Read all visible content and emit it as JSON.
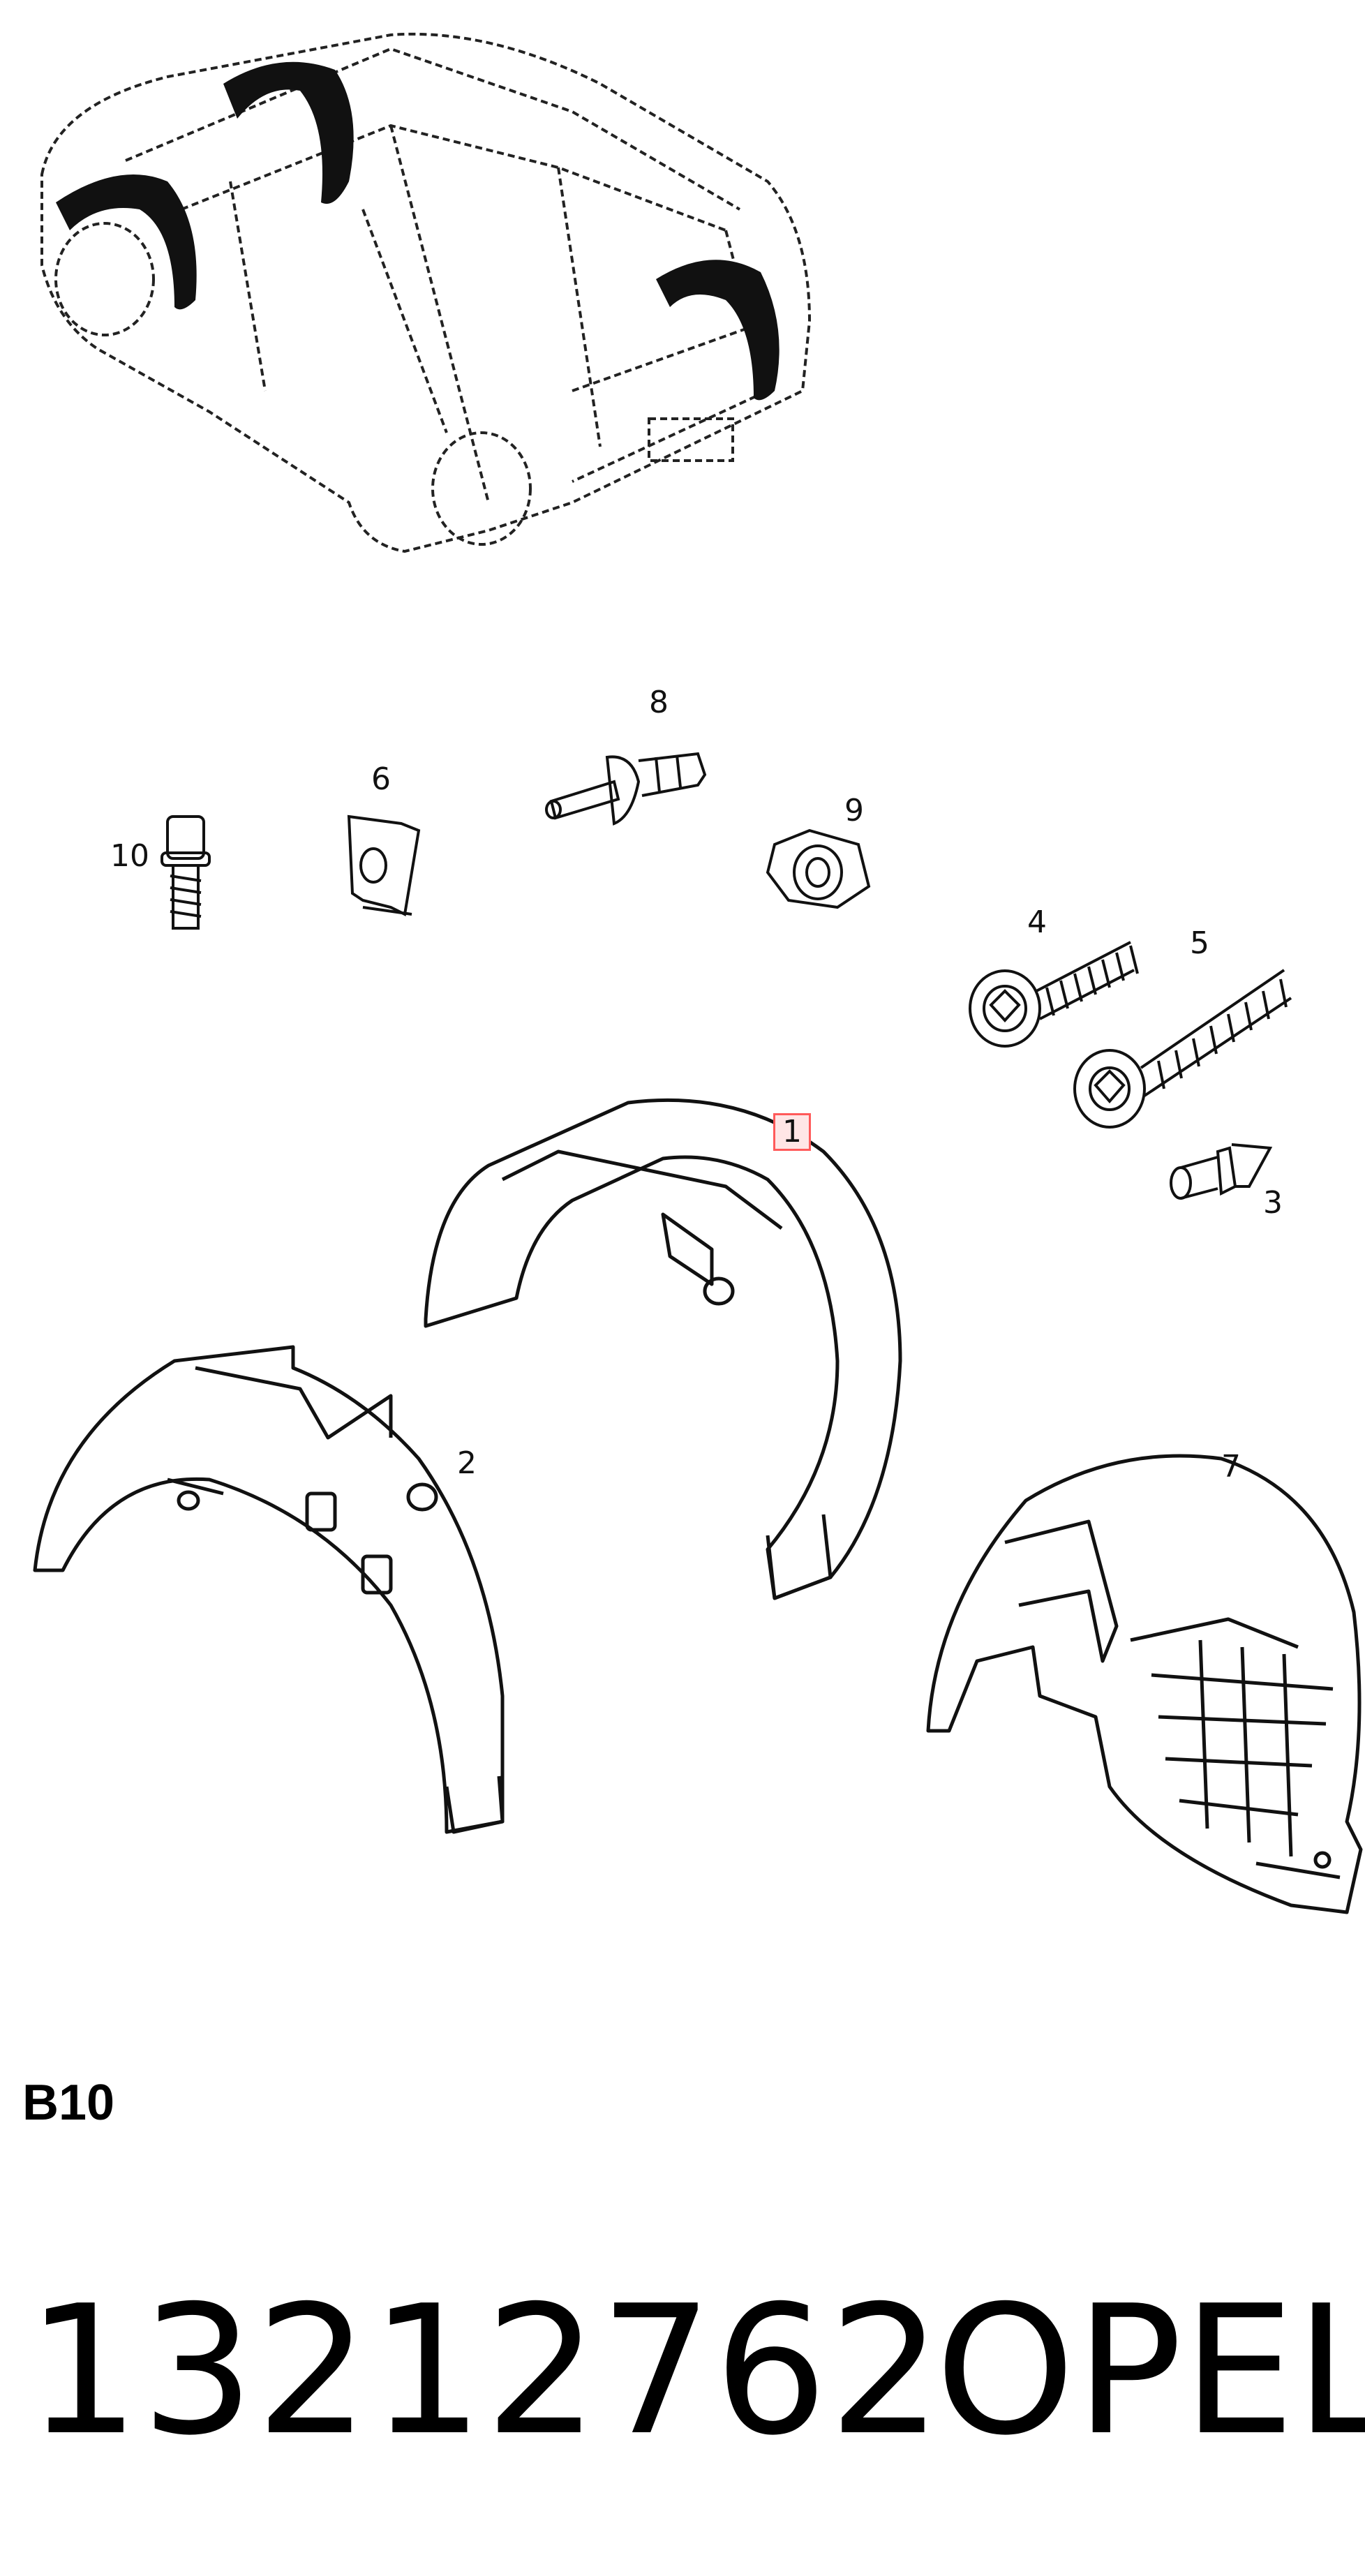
{
  "callouts": {
    "c1": "1",
    "c2": "2",
    "c3": "3",
    "c4": "4",
    "c5": "5",
    "c6": "6",
    "c7": "7",
    "c8": "8",
    "c9": "9",
    "c10": "10"
  },
  "highlighted_callout": "1",
  "section_code": "B10",
  "part_number": "13212762",
  "brand": "OPEL",
  "colors": {
    "line": "#111111",
    "highlight_border": "#ff5a5a",
    "highlight_fill": "#ffe6e6"
  },
  "icons": {
    "car": "vehicle-outline-icon",
    "liners": "wheel-arch-liner-icon",
    "fasteners": "screw-clip-icon"
  }
}
